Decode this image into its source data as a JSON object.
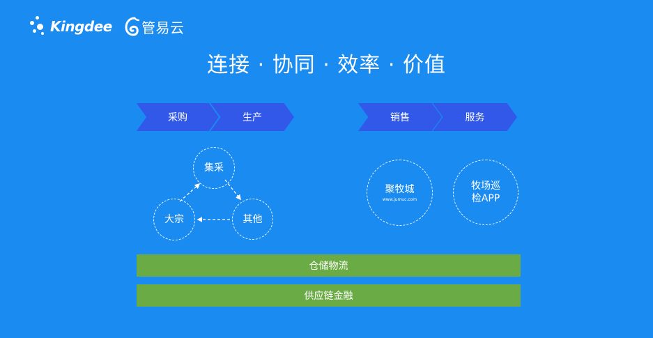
{
  "header": {
    "kingdee_logo": "Kingdee",
    "guanyiyun_logo": "管易云"
  },
  "title": "连接 · 协同 · 效率 · 价值",
  "chevrons": [
    {
      "label": "采购"
    },
    {
      "label": "生产"
    },
    {
      "label": "销售"
    },
    {
      "label": "服务"
    }
  ],
  "cycle": {
    "top": "集采",
    "right": "其他",
    "left": "大宗"
  },
  "platforms": [
    {
      "label": "聚牧城",
      "sub": "www.jumuc.com"
    },
    {
      "label_line1": "牧场巡",
      "label_line2": "检APP"
    }
  ],
  "bars": [
    {
      "label": "仓储物流"
    },
    {
      "label": "供应链金融"
    }
  ],
  "colors": {
    "background": "#1a8bf0",
    "chevron": "#3158e8",
    "bar": "#6aab45"
  }
}
